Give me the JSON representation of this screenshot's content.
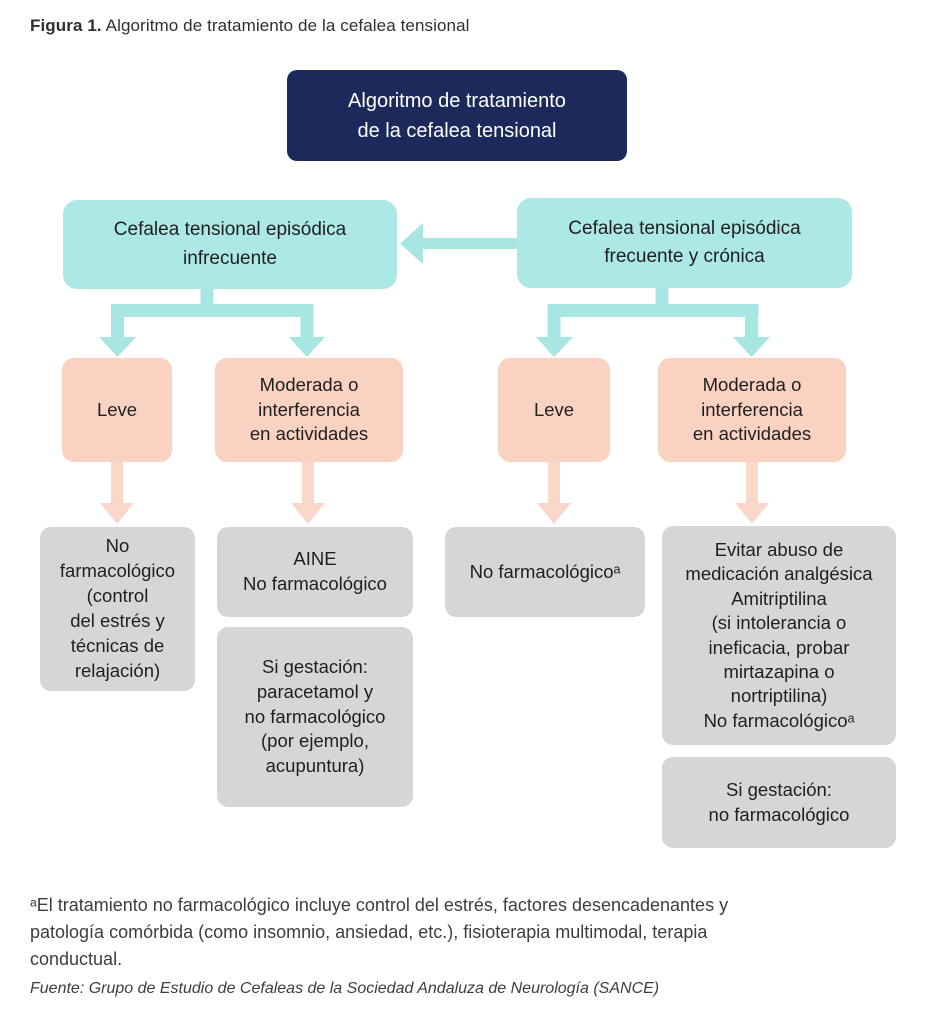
{
  "caption": {
    "label": "Figura 1.",
    "text": " Algoritmo de tratamiento de la cefalea tensional"
  },
  "colors": {
    "navy": "#1b2a5a",
    "cyan": "#ace8e5",
    "cyan_arrow": "#a7e6e3",
    "pink": "#f9d2c1",
    "pink_arrow": "#fad8c9",
    "gray": "#d8d6d5"
  },
  "nodes": {
    "root": {
      "label": "Algoritmo de tratamiento\nde la cefalea tensional"
    },
    "episodic_infrequent": {
      "label": "Cefalea tensional episódica\ninfrecuente"
    },
    "episodic_frequent_chronic": {
      "label": "Cefalea tensional episódica\nfrecuente y crónica"
    },
    "mild_left": {
      "label": "Leve"
    },
    "moderate_left": {
      "label": "Moderada o\ninterferencia\nen actividades"
    },
    "mild_right": {
      "label": "Leve"
    },
    "moderate_right": {
      "label": "Moderada o\ninterferencia\nen actividades"
    },
    "treat_mild_left": {
      "label": "No\nfarmacológico\n(control\ndel estrés y\ntécnicas de\nrelajación)"
    },
    "treat_moderate_left": {
      "label": "AINE\nNo farmacológico"
    },
    "treat_moderate_left_pregnancy": {
      "label": "Si gestación:\nparacetamol y\nno farmacológico\n(por ejemplo,\nacupuntura)"
    },
    "treat_mild_right": {
      "label": "No farmacológicoᵃ"
    },
    "treat_moderate_right": {
      "label": "Evitar abuso de\nmedicación analgésica\nAmitriptilina\n(si intolerancia o\nineficacia, probar\nmirtazapina o\nnortriptilina)\nNo farmacológicoᵃ"
    },
    "treat_moderate_right_pregnancy": {
      "label": "Si gestación:\nno farmacológico"
    }
  },
  "footnote": "ᵃEl tratamiento no farmacológico incluye control del estrés, factores desencadenantes y\npatología comórbida (como insomnio, ansiedad, etc.), fisioterapia multimodal, terapia\nconductual.",
  "source": "Fuente: Grupo de Estudio de Cefaleas de la Sociedad Andaluza de Neurología (SANCE)"
}
